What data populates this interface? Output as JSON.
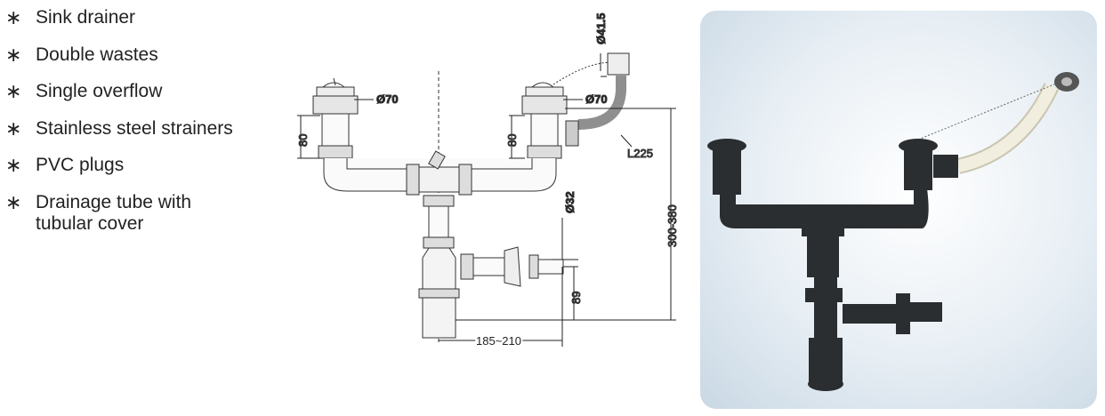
{
  "features": [
    {
      "bullet": "∗",
      "text": "Sink drainer"
    },
    {
      "bullet": "∗",
      "text": "Double wastes"
    },
    {
      "bullet": "∗",
      "text": "Single overflow"
    },
    {
      "bullet": "∗",
      "text": "Stainless steel strainers"
    },
    {
      "bullet": "∗",
      "text": "PVC plugs"
    },
    {
      "bullet": "∗",
      "text": "Drainage tube with tubular cover"
    }
  ],
  "drawing": {
    "strainer_left_diameter": "Ø70",
    "strainer_right_diameter": "Ø70",
    "overflow_diameter": "Ø41.5",
    "outlet_diameter": "Ø32",
    "left_height": "80",
    "right_height": "80",
    "hose_length": "L225",
    "total_height": "300-380",
    "trap_height": "89",
    "outlet_reach": "185~210"
  },
  "colors": {
    "photo_bg": "#dfe8ef",
    "plastic": "#2b2e31",
    "hose": "#ece8d6"
  }
}
